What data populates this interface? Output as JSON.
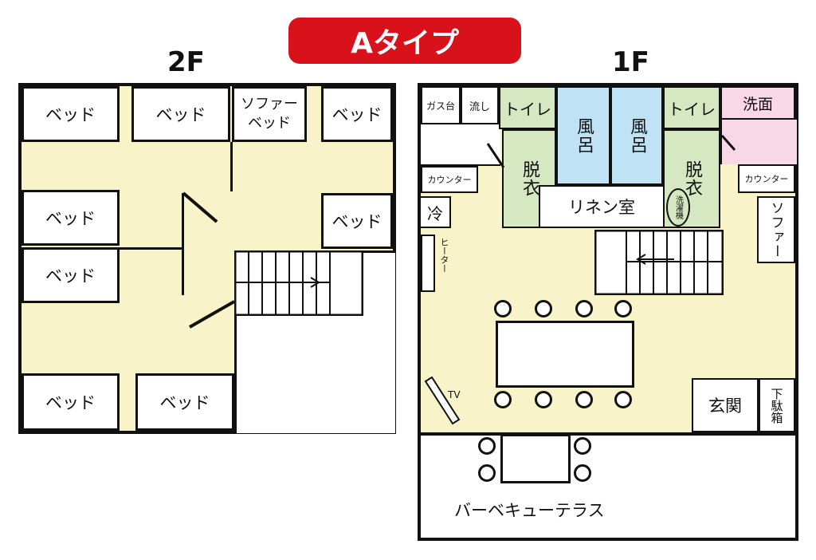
{
  "title": "Aタイプ",
  "floors": {
    "second": {
      "label": "2F",
      "rooms": {
        "bed_1": "ベッド",
        "bed_2": "ベッド",
        "sofa_bed": "ソファー\nベッド",
        "bed_3": "ベッド",
        "bed_4": "ベッド",
        "bed_5": "ベッド",
        "bed_6": "ベッド",
        "bed_7": "ベッド",
        "bed_8": "ベッド"
      }
    },
    "first": {
      "label": "1F",
      "rooms": {
        "gas_stove": "ガス台",
        "sink": "流し",
        "toilet_left": "トイレ",
        "bath_left": "風呂",
        "bath_right": "風呂",
        "toilet_right": "トイレ",
        "washroom": "洗面",
        "dressing_left": "脱衣",
        "dressing_right": "脱衣",
        "counter_left": "カウンター",
        "counter_right": "カウンター",
        "fridge": "冷",
        "linen_room": "リネン室",
        "washing_machine": "洗濯機",
        "sofa": "ソファー",
        "heater": "ヒーター",
        "tv": "TV",
        "entrance": "玄関",
        "shoe_box": "下駄箱",
        "bbq_terrace": "バーベキューテラス"
      }
    }
  },
  "colors": {
    "badge": "#d9111b",
    "floor": "#f8f3c8",
    "dressing": "#d5e8c2",
    "bath": "#bfe3f4",
    "washroom": "#f8d7e6"
  }
}
